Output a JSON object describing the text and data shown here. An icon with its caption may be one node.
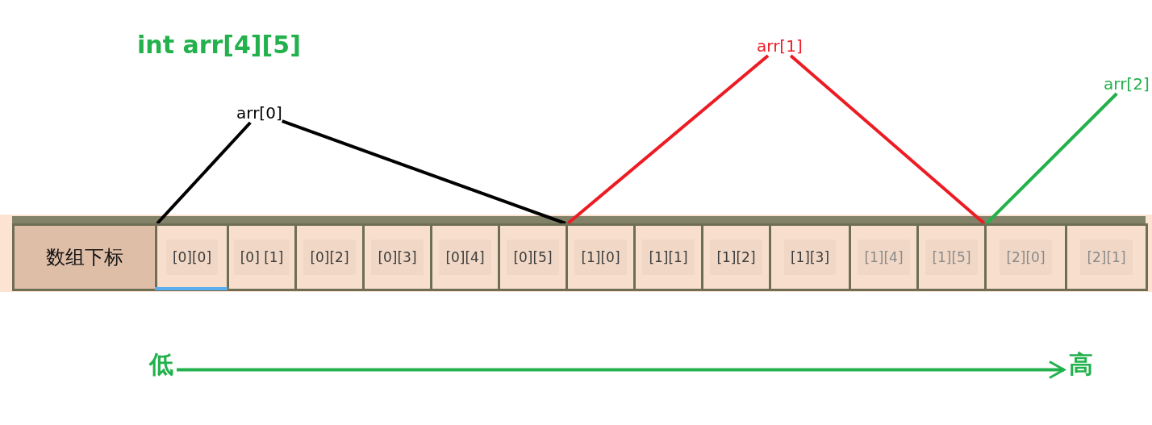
{
  "diagram": {
    "title": "int arr[4][5]",
    "nodes": [
      {
        "text": [
          "arr[1]"
        ]
      },
      {
        "text": [
          "arr[2]"
        ]
      },
      {
        "text": [
          "arr[0]"
        ]
      },
      {
        "text": [
          "数组下标"
        ]
      },
      {
        "text": [
          "[0][0]"
        ]
      },
      {
        "text": [
          "[0] [1]"
        ]
      },
      {
        "text": [
          "[0][2]"
        ]
      },
      {
        "text": [
          "[0][3]"
        ]
      },
      {
        "text": [
          "[0][4]"
        ]
      },
      {
        "text": [
          "[0][5]"
        ]
      },
      {
        "text": [
          "[1][0]"
        ]
      },
      {
        "text": [
          "[1][1]"
        ]
      },
      {
        "text": [
          "[1][2]"
        ]
      },
      {
        "text": [
          "[1][3]"
        ]
      },
      {
        "text": [
          "[1][4]"
        ]
      },
      {
        "text": [
          "[1][5]"
        ]
      },
      {
        "text": [
          "[2][0]"
        ]
      },
      {
        "text": [
          "[2][1]"
        ]
      },
      {
        "text": [
          "低"
        ]
      },
      {
        "text": [
          "高"
        ]
      }
    ],
    "edges": [
      {
        "from": 2,
        "to": 4,
        "arrow": "none",
        "color": "#000000"
      },
      {
        "from": 2,
        "to": 9,
        "arrow": "none",
        "color": "#000000"
      },
      {
        "from": 0,
        "to": 10,
        "arrow": "none",
        "color": "#ed1c24"
      },
      {
        "from": 0,
        "to": 15,
        "arrow": "none",
        "color": "#ed1c24"
      },
      {
        "from": 1,
        "to": 16,
        "arrow": "none",
        "color": "#22b14c"
      },
      {
        "from": 18,
        "to": 19,
        "arrow": "to",
        "color": "#22b14c"
      }
    ]
  }
}
